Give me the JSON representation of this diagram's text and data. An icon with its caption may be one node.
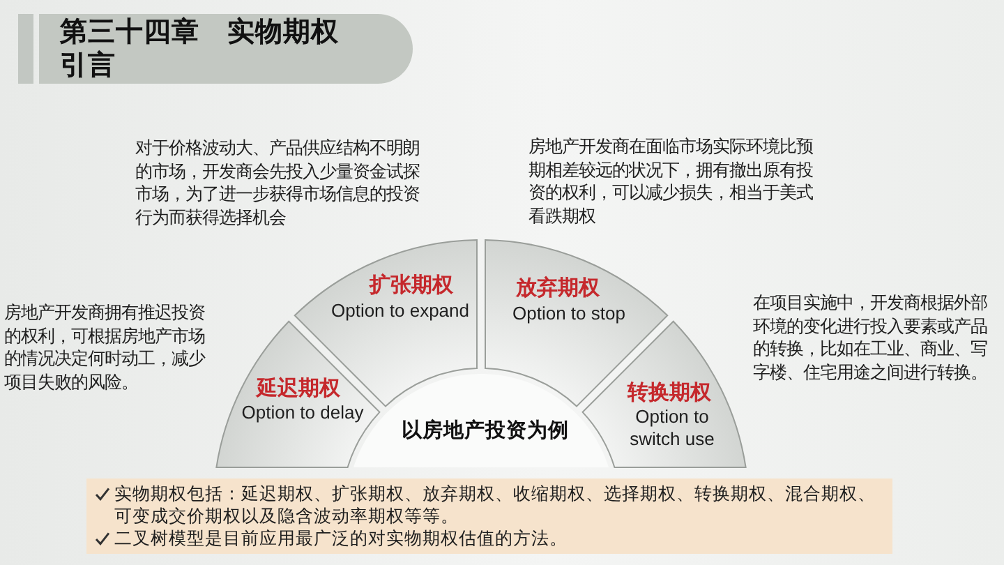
{
  "diagram": {
    "title": "第三十四章　实物期权",
    "nodes": [
      {
        "text": [
          "延迟期权",
          "Option to delay"
        ],
        "beside": [
          "房地产开发商拥有推迟投资的权利，可根据房地产市场的情况决定何时动工，减少项目失败的风险。"
        ]
      },
      {
        "text": [
          "扩张期权",
          "Option to expand"
        ],
        "beside": [
          "对于价格波动大、产品供应结构不明朗的市场，开发商会先投入少量资金试探市场，为了进一步获得市场信息的投资行为而获得选择机会"
        ]
      },
      {
        "text": [
          "放弃期权",
          "Option to stop"
        ],
        "beside": [
          "房地产开发商在面临市场实际环境比预期相差较远的状况下，拥有撤出原有投资的权利，可以减少损失，相当于美式看跌期权"
        ]
      },
      {
        "text": [
          "转换期权",
          "Option to switch use"
        ],
        "beside": [
          "在项目实施中，开发商根据外部环境的变化进行投入要素或产品的转换，比如在工业、商业、写字楼、住宅用途之间进行转换。"
        ]
      },
      {
        "text": [
          "以房地产投资为例"
        ]
      },
      {
        "text": [
          "实物期权包括：延迟期权、扩张期权、放弃期权、收缩期权、选择期权、转换期权、混合期权、可变成交价期权以及隐含波动率期权等等。",
          "二叉树模型是目前应用最广泛的对实物期权估值的方法。"
        ]
      }
    ],
    "labels": [
      "引言"
    ]
  }
}
